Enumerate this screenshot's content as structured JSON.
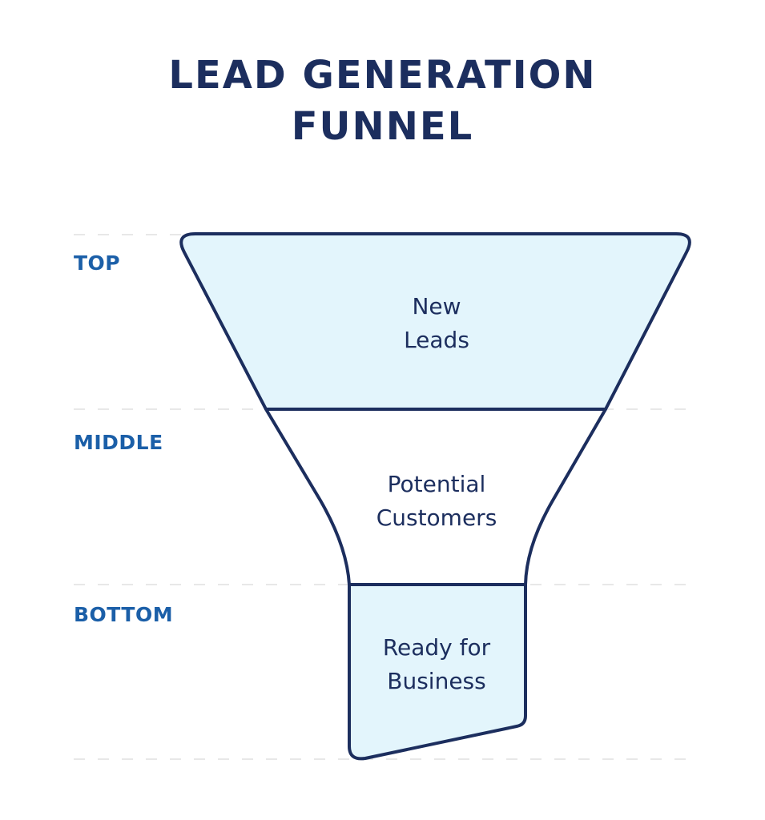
{
  "title": {
    "line1": "LEAD GENERATION",
    "line2": "FUNNEL"
  },
  "stages": [
    {
      "label": "TOP",
      "text_line1": "New",
      "text_line2": "Leads"
    },
    {
      "label": "MIDDLE",
      "text_line1": "Potential",
      "text_line2": "Customers"
    },
    {
      "label": "BOTTOM",
      "text_line1": "Ready for",
      "text_line2": "Business"
    }
  ],
  "colors": {
    "outline": "#1c2e5e",
    "fill_light": "#e3f5fc",
    "fill_white": "#ffffff",
    "label_blue": "#1b5fa8",
    "guide_dash": "#e8e8e8"
  }
}
